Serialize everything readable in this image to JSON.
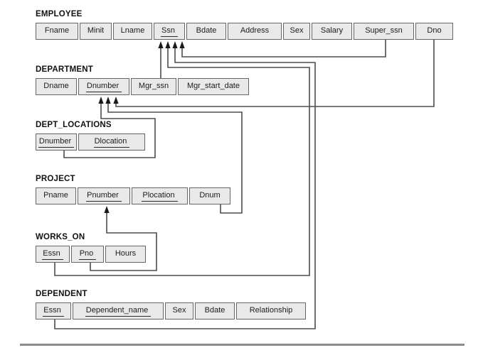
{
  "diagram": {
    "kind": "relational-database-schema",
    "tables": [
      {
        "name": "EMPLOYEE",
        "columns": [
          {
            "label": "Fname",
            "underlined": false
          },
          {
            "label": "Minit",
            "underlined": false
          },
          {
            "label": "Lname",
            "underlined": false
          },
          {
            "label": "Ssn",
            "underlined": true
          },
          {
            "label": "Bdate",
            "underlined": false
          },
          {
            "label": "Address",
            "underlined": false
          },
          {
            "label": "Sex",
            "underlined": false
          },
          {
            "label": "Salary",
            "underlined": false
          },
          {
            "label": "Super_ssn",
            "underlined": false
          },
          {
            "label": "Dno",
            "underlined": false
          }
        ]
      },
      {
        "name": "DEPARTMENT",
        "columns": [
          {
            "label": "Dname",
            "underlined": false
          },
          {
            "label": "Dnumber",
            "underlined": true
          },
          {
            "label": "Mgr_ssn",
            "underlined": false
          },
          {
            "label": "Mgr_start_date",
            "underlined": false
          }
        ]
      },
      {
        "name": "DEPT_LOCATIONS",
        "columns": [
          {
            "label": "Dnumber",
            "underlined": true
          },
          {
            "label": "Dlocation",
            "underlined": true
          }
        ]
      },
      {
        "name": "PROJECT",
        "columns": [
          {
            "label": "Pname",
            "underlined": false
          },
          {
            "label": "Pnumber",
            "underlined": true
          },
          {
            "label": "Plocation",
            "underlined": true
          },
          {
            "label": "Dnum",
            "underlined": false
          }
        ]
      },
      {
        "name": "WORKS_ON",
        "columns": [
          {
            "label": "Essn",
            "underlined": true
          },
          {
            "label": "Pno",
            "underlined": true
          },
          {
            "label": "Hours",
            "underlined": false
          }
        ]
      },
      {
        "name": "DEPENDENT",
        "columns": [
          {
            "label": "Essn",
            "underlined": true
          },
          {
            "label": "Dependent_name",
            "underlined": true
          },
          {
            "label": "Sex",
            "underlined": false
          },
          {
            "label": "Bdate",
            "underlined": false
          },
          {
            "label": "Relationship",
            "underlined": false
          }
        ]
      }
    ],
    "relationships": [
      {
        "from": "EMPLOYEE.Super_ssn",
        "to": "EMPLOYEE.Ssn"
      },
      {
        "from": "EMPLOYEE.Dno",
        "to": "DEPARTMENT.Dnumber"
      },
      {
        "from": "DEPARTMENT.Mgr_ssn",
        "to": "EMPLOYEE.Ssn"
      },
      {
        "from": "DEPT_LOCATIONS.Dnumber",
        "to": "DEPARTMENT.Dnumber"
      },
      {
        "from": "PROJECT.Dnum",
        "to": "DEPARTMENT.Dnumber"
      },
      {
        "from": "WORKS_ON.Essn",
        "to": "EMPLOYEE.Ssn"
      },
      {
        "from": "WORKS_ON.Pno",
        "to": "PROJECT.Pnumber"
      },
      {
        "from": "DEPENDENT.Essn",
        "to": "EMPLOYEE.Ssn"
      }
    ],
    "colors": {
      "cell_fill": "#e9e9e9",
      "cell_border": "#666666",
      "connector": "#4d4d4d",
      "arrowhead": "#1a1a1a",
      "separator": "#8c8c8c"
    }
  }
}
